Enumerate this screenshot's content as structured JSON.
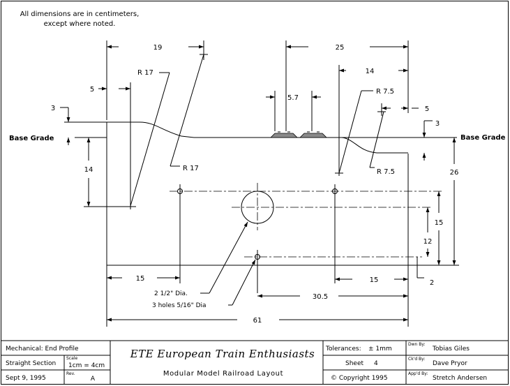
{
  "notes": {
    "line1": "All dimensions are in centimeters,",
    "line2": "except where noted."
  },
  "labels": {
    "base_grade_left": "Base Grade",
    "base_grade_right": "Base Grade",
    "r17_top": "R 17",
    "r17_bottom": "R 17",
    "r75_top": "R 7.5",
    "r75_bottom": "R 7.5",
    "hole_big": "2 1/2\" Dia.",
    "holes_small": "3 holes  5/16\" Dia"
  },
  "dimensions": {
    "d19": "19",
    "d25": "25",
    "d5_left": "5",
    "d14_top": "14",
    "d3_left": "3",
    "d5_7": "5.7",
    "d5_right": "5",
    "d3_right": "3",
    "d14_left": "14",
    "d26": "26",
    "d15_right": "15",
    "d12": "12",
    "d2": "2",
    "d15_left": "15",
    "d15_bottom": "15",
    "d30_5": "30.5",
    "d61": "61"
  },
  "title_block": {
    "mechanical": "Mechanical: End Profile",
    "section": "Straight Section",
    "scale_caption": "Scale",
    "scale": "1cm = 4cm",
    "date": "Sept 9, 1995",
    "rev_caption": "Rev.",
    "rev": "A",
    "title": "ETE  European Train Enthusiasts",
    "subtitle": "Modular Model Railroad Layout",
    "tolerances_label": "Tolerances:",
    "tolerances_value": "± 1mm",
    "sheet_label": "Sheet",
    "sheet_value": "4",
    "copyright": "© Copyright 1995",
    "drawn_caption": "Dwn By:",
    "drawn_by": "Tobias Giles",
    "checked_caption": "Ck'd By:",
    "checked_by": "Dave Pryor",
    "approved_caption": "App'd By:",
    "approved_by": "Stretch Andersen"
  }
}
